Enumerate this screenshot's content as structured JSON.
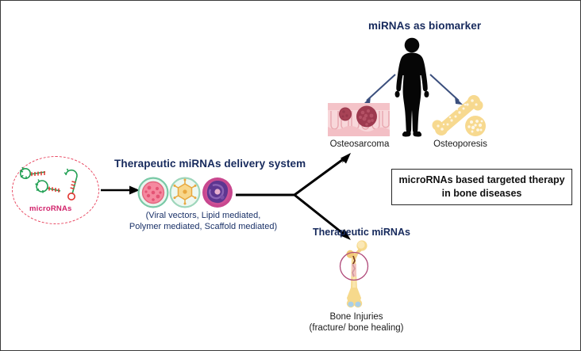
{
  "figure": {
    "title_hidden": "microRNAs based targeted therapy in bone diseases schematic"
  },
  "source_node": {
    "label": "microRNAs",
    "icon": "microrna-hairpin-icon",
    "ring_color": "#e8455f",
    "label_color": "#d1216a"
  },
  "delivery": {
    "heading": "Therapeutic miRNAs  delivery system",
    "subtitle_line1": "(Viral vectors, Lipid mediated,",
    "subtitle_line2": "Polymer mediated, Scaffold mediated)",
    "heading_color": "#16295c",
    "vesicles": [
      {
        "name": "viral-vector-particle",
        "fill": "#ef5f7e",
        "ring": "#8fd3b4"
      },
      {
        "name": "lipid-nanoparticle",
        "fill": "#f4c96a",
        "ring": "#a9dcc0"
      },
      {
        "name": "polymer-scaffold-particle",
        "fill": "#6c3f93",
        "ring": "#c2468f"
      }
    ]
  },
  "biomarker_branch": {
    "heading": "miRNAs as biomarker",
    "heading_color": "#16295c",
    "human_icon": "human-body-silhouette-icon",
    "outcomes": [
      {
        "label": "Osteosarcoma",
        "icon": "osteosarcoma-tissue-icon"
      },
      {
        "label": "Osteoporesis",
        "icon": "osteoporosis-bone-icon"
      }
    ]
  },
  "therapy_branch": {
    "heading": "Therapeutic miRNAs",
    "heading_color": "#16295c",
    "icon": "fractured-femur-bone-icon",
    "caption_line1": "Bone Injuries",
    "caption_line2": "(fracture/ bone healing)"
  },
  "conclusion": {
    "line1": "microRNAs  based targeted therapy",
    "line2": "in bone diseases"
  },
  "arrows": {
    "main_color": "#000000",
    "biomarker_arrow_color": "#3b4f7d"
  }
}
